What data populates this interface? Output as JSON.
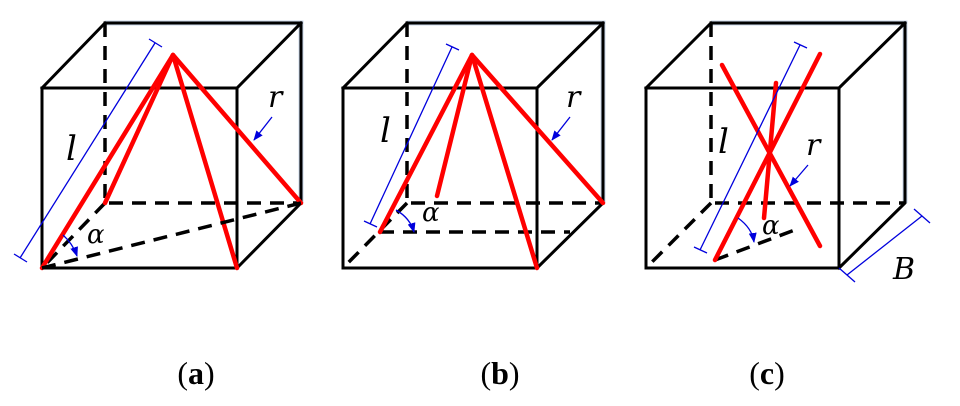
{
  "panels": [
    {
      "id": "a",
      "caption_open": "(",
      "caption_letter": "a",
      "caption_close": ")",
      "length_symbol": "l",
      "radius_symbol": "r",
      "angle_symbol": "α"
    },
    {
      "id": "b",
      "caption_open": "(",
      "caption_letter": "b",
      "caption_close": ")",
      "length_symbol": "l",
      "radius_symbol": "r",
      "angle_symbol": "α"
    },
    {
      "id": "c",
      "caption_open": "(",
      "caption_letter": "c",
      "caption_close": ")",
      "length_symbol": "l",
      "radius_symbol": "r",
      "angle_symbol": "α",
      "side_symbol": "B"
    }
  ],
  "colors": {
    "rod": "#ff0000",
    "dimension": "#0000dd",
    "edge": "#000000",
    "shade": "#9fb6d8"
  }
}
